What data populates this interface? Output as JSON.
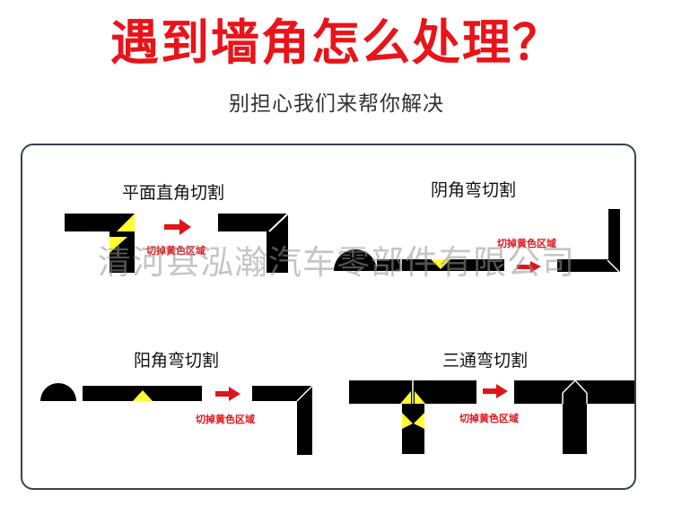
{
  "header": {
    "title": "遇到墙角怎么处理？",
    "subtitle": "别担心我们来帮你解决"
  },
  "sections": {
    "flat": {
      "title": "平面直角切割",
      "note": "切掉黄色区域"
    },
    "inner": {
      "title": "阴角弯切割",
      "note": "切掉黄色区域"
    },
    "outer": {
      "title": "阳角弯切割",
      "note": "切掉黄色区域"
    },
    "tee": {
      "title": "三通弯切割",
      "note": "切掉黄色区域"
    }
  },
  "watermark": "清河县泓瀚汽车零部件有限公司",
  "colors": {
    "title": "#e8141a",
    "strip": "#000000",
    "cut_area": "#ffff33",
    "arrow": "#e0141a",
    "panel_border": "#3a4150"
  }
}
